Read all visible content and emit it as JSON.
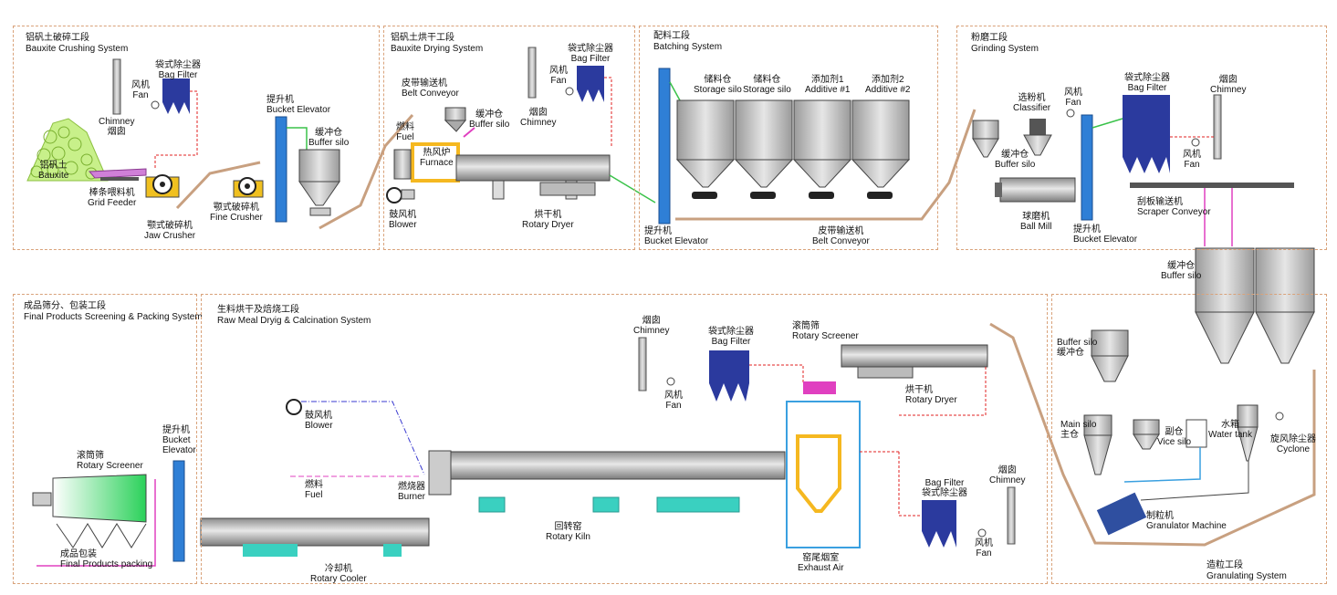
{
  "sections": {
    "crushing": {
      "cn": "铝矾土破碎工段",
      "en": "Bauxite Crushing System"
    },
    "drying": {
      "cn": "铝矾土烘干工段",
      "en": "Bauxite Drying System"
    },
    "batching": {
      "cn": "配料工段",
      "en": "Batching System"
    },
    "grinding": {
      "cn": "粉磨工段",
      "en": "Grinding System"
    },
    "packing": {
      "cn": "成品筛分、包装工段",
      "en": "Final Products Screening & Packing System"
    },
    "calcination": {
      "cn": "生料烘干及焙烧工段",
      "en": "Raw Meal Dryig & Calcination System"
    },
    "granulating": {
      "cn": "造粒工段",
      "en": "Granulating System"
    }
  },
  "labels": {
    "crush_chimney": {
      "en": "Chimney",
      "cn": "烟囱"
    },
    "crush_fan": {
      "cn": "风机",
      "en": "Fan"
    },
    "crush_bagfilter": {
      "cn": "袋式除尘器",
      "en": "Bag Filter"
    },
    "bauxite": {
      "cn": "铝矾土",
      "en": "Bauxite"
    },
    "grid_feeder": {
      "cn": "棒条喂料机",
      "en": "Grid Feeder"
    },
    "jaw_crusher": {
      "cn": "颚式破碎机",
      "en": "Jaw Crusher"
    },
    "fine_crusher": {
      "cn": "颚式破碎机",
      "en": "Fine Crusher"
    },
    "crush_elevator": {
      "cn": "提升机",
      "en": "Bucket Elevator"
    },
    "crush_buffer": {
      "cn": "缓冲仓",
      "en": "Buffer silo"
    },
    "belt_conveyor_1": {
      "cn": "皮带输送机",
      "en": "Belt Conveyor"
    },
    "dry_buffer": {
      "cn": "缓冲仓",
      "en": "Buffer silo"
    },
    "dry_bagfilter": {
      "cn": "袋式除尘器",
      "en": "Bag Filter"
    },
    "dry_fan": {
      "cn": "风机",
      "en": "Fan"
    },
    "dry_chimney": {
      "cn": "烟囱",
      "en": "Chimney"
    },
    "fuel_1": {
      "cn": "燃料",
      "en": "Fuel"
    },
    "furnace": {
      "cn": "热风炉",
      "en": "Furnace"
    },
    "blower_1": {
      "cn": "鼓风机",
      "en": "Blower"
    },
    "rotary_dryer_1": {
      "cn": "烘干机",
      "en": "Rotary Dryer"
    },
    "silo_1": {
      "cn": "储料仓",
      "en": "Storage silo"
    },
    "silo_2": {
      "cn": "储料仓",
      "en": "Storage silo"
    },
    "additive_1": {
      "cn": "添加剂1",
      "en": "Additive #1"
    },
    "additive_2": {
      "cn": "添加剂2",
      "en": "Additive #2"
    },
    "batch_elevator": {
      "cn": "提升机",
      "en": "Bucket Elevator"
    },
    "belt_conveyor_2": {
      "cn": "皮带输送机",
      "en": "Belt Conveyor"
    },
    "classifier": {
      "cn": "选粉机",
      "en": "Classifier"
    },
    "grind_fan": {
      "cn": "风机",
      "en": "Fan"
    },
    "grind_bagfilter": {
      "cn": "袋式除尘器",
      "en": "Bag Filter"
    },
    "grind_chimney": {
      "cn": "烟囱",
      "en": "Chimney"
    },
    "grind_buffer": {
      "cn": "缓冲仓",
      "en": "Buffer silo"
    },
    "ball_mill": {
      "cn": "球磨机",
      "en": "Ball Mill"
    },
    "grind_elevator": {
      "cn": "提升机",
      "en": "Bucket Elevator"
    },
    "grind_fan2": {
      "cn": "风机",
      "en": "Fan"
    },
    "scraper": {
      "cn": "刮板输送机",
      "en": "Scraper Conveyor"
    },
    "big_buffer": {
      "cn": "缓冲仓",
      "en": "Buffer silo"
    },
    "gran_buffer": {
      "en": "Buffer silo",
      "cn": "缓冲仓"
    },
    "main_silo": {
      "en": "Main silo",
      "cn": "主仓"
    },
    "vice_silo": {
      "cn": "副仓",
      "en": "Vice silo"
    },
    "water_tank": {
      "cn": "水箱",
      "en": "Water tank"
    },
    "cyclone": {
      "cn": "旋风除尘器",
      "en": "Cyclone"
    },
    "granulator": {
      "cn": "制粒机",
      "en": "Granulator Machine"
    },
    "kiln_chimney": {
      "en": "Chimney",
      "cn": "烟囱"
    },
    "kiln_bagfilter": {
      "cn": "袋式除尘器",
      "en": "Bag Filter"
    },
    "kiln_fan": {
      "cn": "风机",
      "en": "Fan"
    },
    "rotary_screener_top": {
      "cn": "滚筒筛",
      "en": "Rotary Screener"
    },
    "rotary_dryer_2": {
      "cn": "烘干机",
      "en": "Rotary Dryer"
    },
    "blower_2": {
      "cn": "鼓风机",
      "en": "Blower"
    },
    "fuel_2": {
      "cn": "燃料",
      "en": "Fuel"
    },
    "burner": {
      "cn": "燃烧器",
      "en": "Burner"
    },
    "rotary_kiln": {
      "cn": "回转窑",
      "en": "Rotary Kiln"
    },
    "rotary_cooler": {
      "cn": "冷却机",
      "en": "Rotary Cooler"
    },
    "exhaust": {
      "cn": "窑尾烟室",
      "en": "Exhaust Air"
    },
    "bagfilter_2": {
      "en": "Bag Filter",
      "cn": "袋式除尘器"
    },
    "chimney_2": {
      "cn": "烟囱",
      "en": "Chimney"
    },
    "fan_2": {
      "cn": "风机",
      "en": "Fan"
    },
    "pack_elevator": {
      "cn": "提升机",
      "en1": "Bucket",
      "en2": "Elevator"
    },
    "pack_screener": {
      "cn": "滚筒筛",
      "en": "Rotary Screener"
    },
    "packing": {
      "cn": "成品包装",
      "en": "Final Products packing"
    }
  },
  "colors": {
    "section_border": "#d9a27a",
    "elevator": "#2f7fd6",
    "bag_filter": "#2b3a9e",
    "silo_gray": "#b0b0b0",
    "air_red": "#e02020",
    "air_green": "#3ac24a",
    "air_blue": "#3a3ad0",
    "fuel_pink": "#e040c0",
    "furnace_yellow": "#f5b820",
    "bauxite_green": "#a8e060"
  }
}
